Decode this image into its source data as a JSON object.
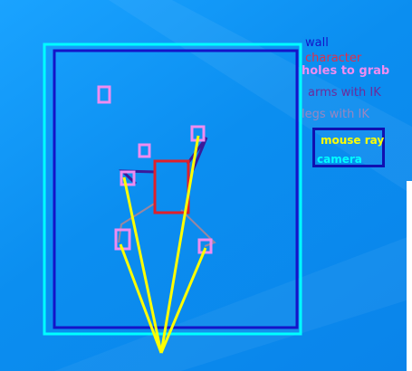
{
  "legend": {
    "wall": {
      "label": "wall",
      "color": "#1414c8"
    },
    "character": {
      "label": "character",
      "color": "#e0304a"
    },
    "holes_to_grab": {
      "label": "holes to grab",
      "color": "#f08cf0"
    },
    "arms_with_ik": {
      "label": "arms with IK",
      "color": "#6e2a9a"
    },
    "legs_with_ik": {
      "label": "legs with IK",
      "color": "#9a86c0"
    },
    "mouse_ray": {
      "label": "mouse ray",
      "color": "#ffff00"
    },
    "camera": {
      "label": "camera",
      "color": "#00ffff"
    }
  },
  "colors": {
    "background": "#0b8ef0",
    "camera_frame": "#00ffff",
    "wall_frame": "#1414c8",
    "character_body": "#e0202a",
    "hold": "#f08cf0",
    "arm": "#3a1a9a",
    "leg": "#9a86a0",
    "ray": "#ffff00"
  }
}
